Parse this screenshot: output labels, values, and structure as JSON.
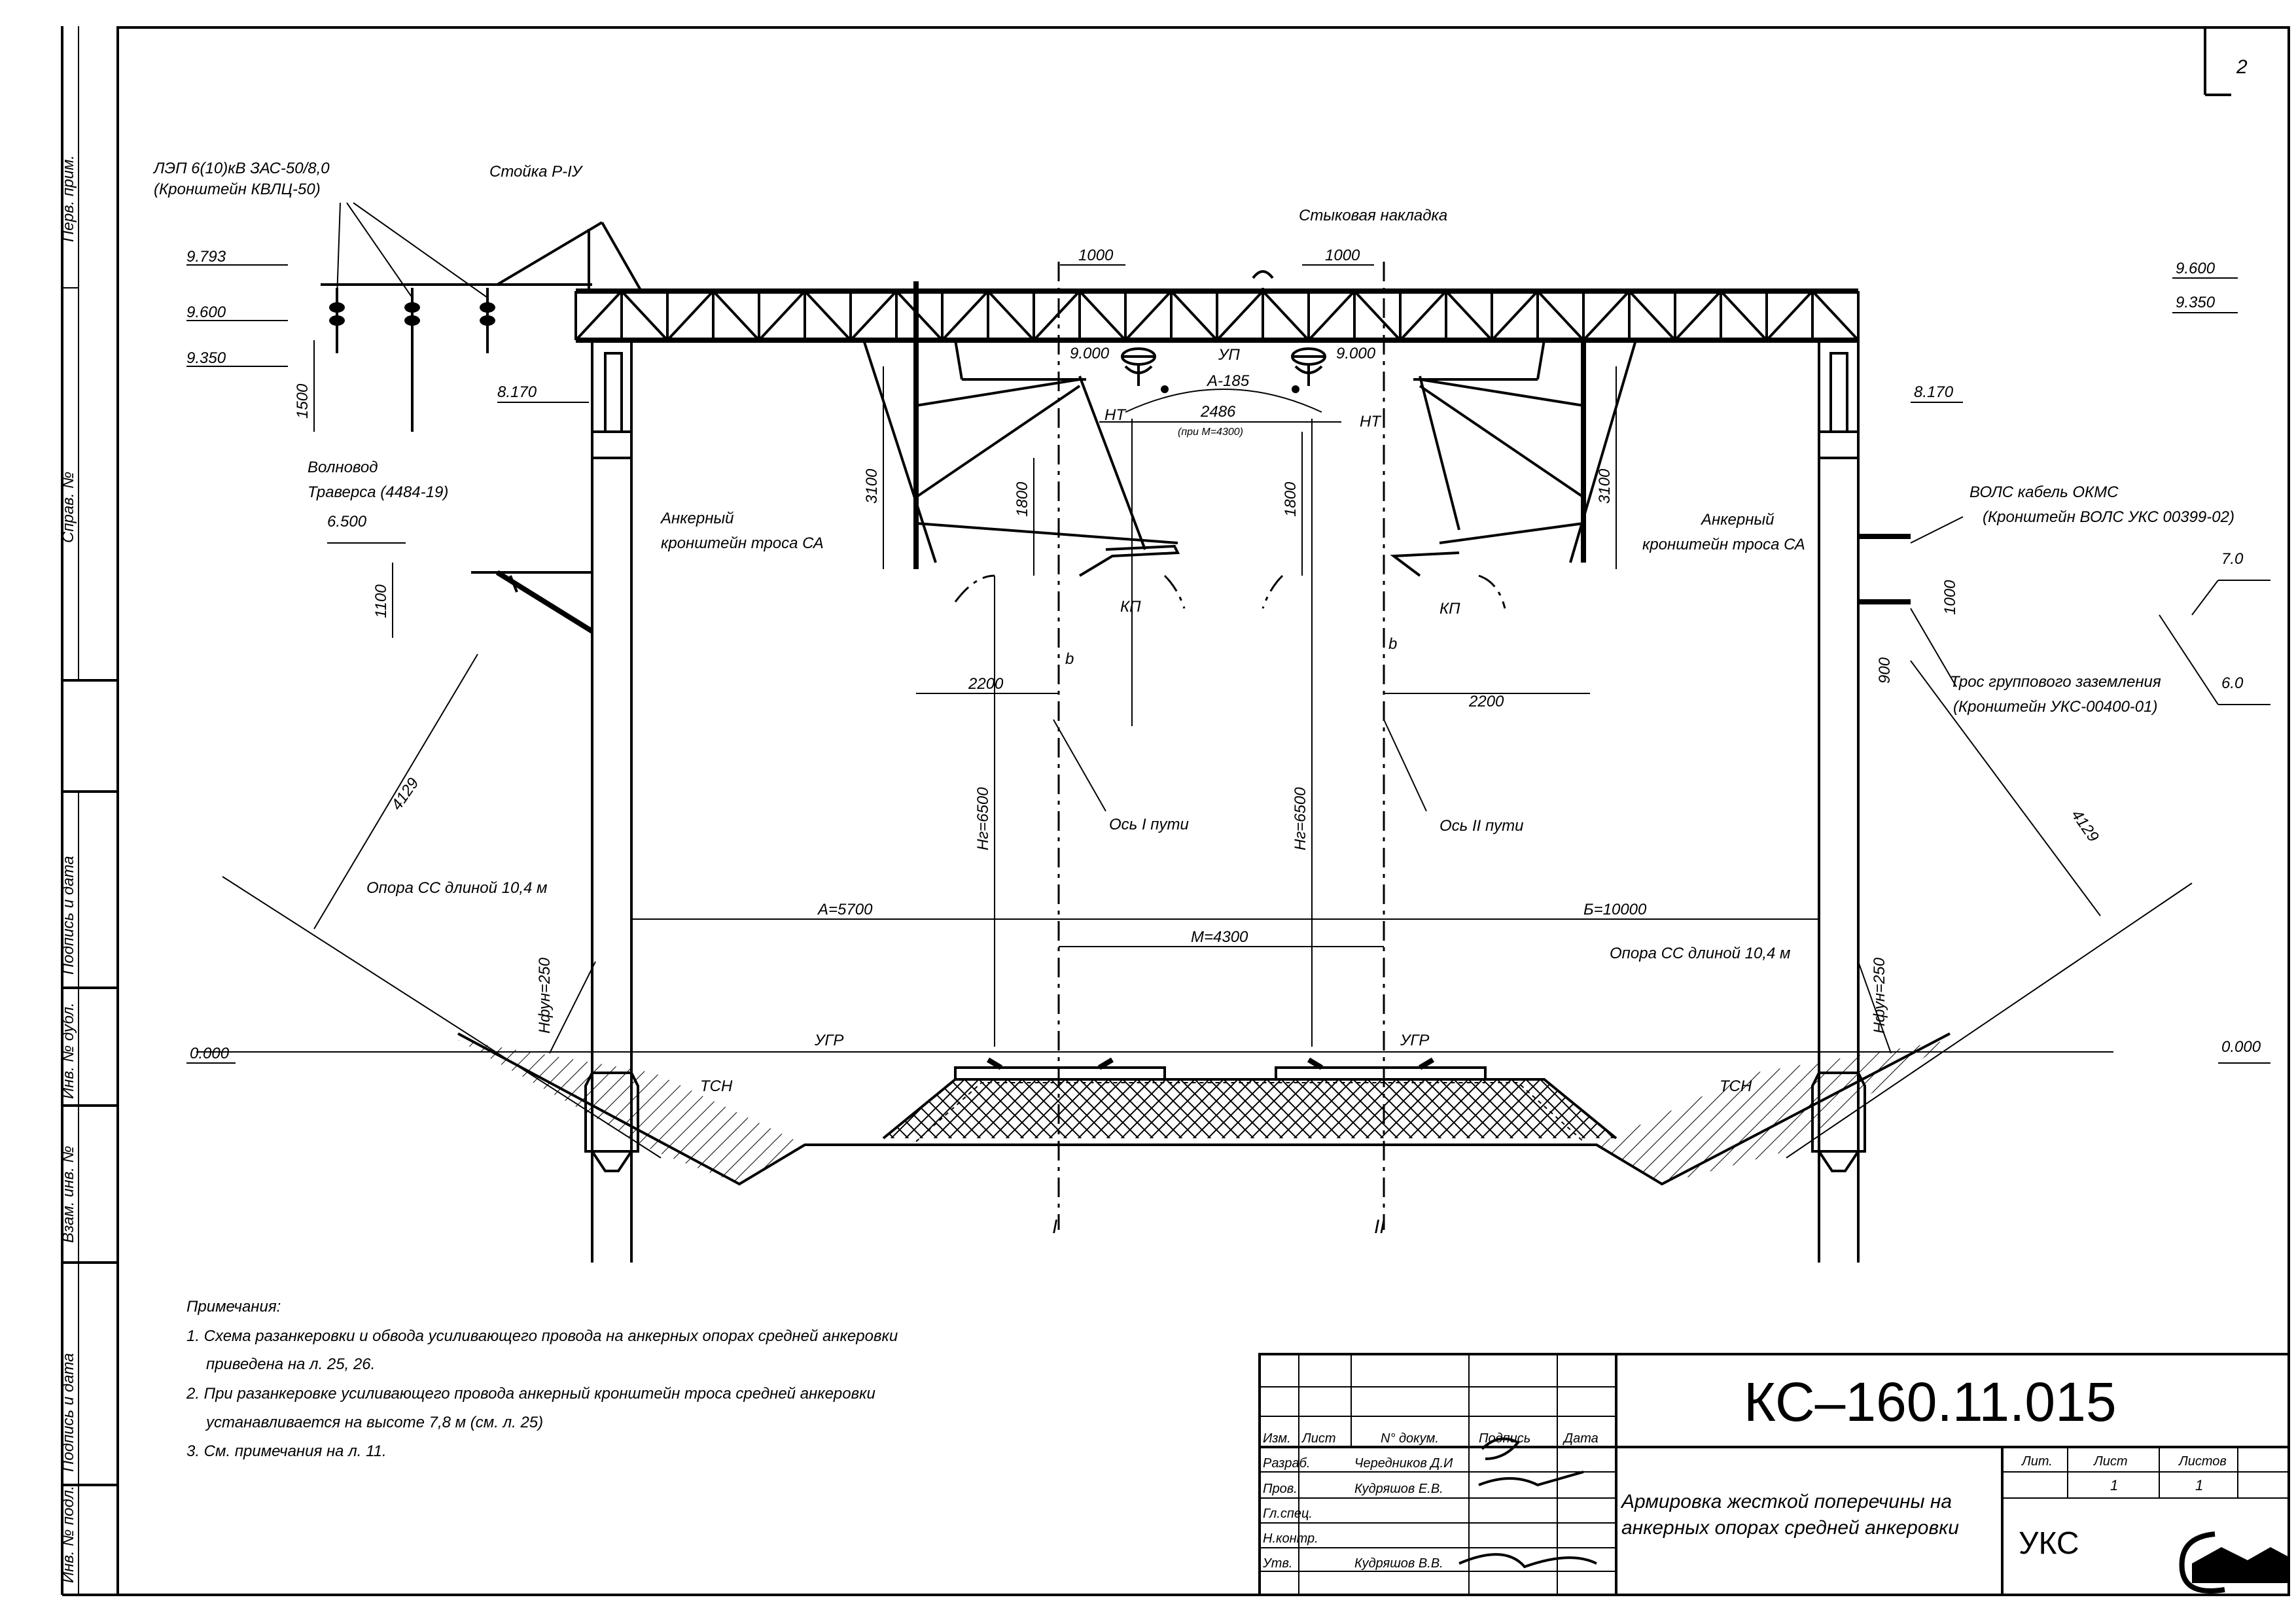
{
  "sheet": {
    "corner_number": "2"
  },
  "side_stamp": {
    "perv_prim": "Перв. прим.",
    "sprav_no": "Справ. №",
    "podpis_data_1": "Подпись и дата",
    "inv_dubl": "Инв. № дубл.",
    "vzam_inv": "Взам. инв. №",
    "podpis_data_2": "Подпись и дата",
    "inv_podl": "Инв. № подл."
  },
  "labels": {
    "lep": "ЛЭП 6(10)кВ ЗАС-50/8,0",
    "lep_bracket": "(Кронштейн КВЛЦ-50)",
    "stoyka": "Стойка Р-IУ",
    "stykovaya": "Стыковая накладка",
    "volnovod": "Волновод",
    "traversa": "Траверса  (4484-19)",
    "ankernyi_left_1": "Анкерный",
    "ankernyi_left_2": "кронштейн троса СА",
    "ankernyi_right_1": "Анкерный",
    "ankernyi_right_2": "кронштейн троса СА",
    "vols_1": "ВОЛС кабель ОКМС",
    "vols_2": "(Кронштейн ВОЛС УКС 00399-02)",
    "tros_1": "Трос группового заземления",
    "tros_2": "(Кронштейн УКС-00400-01)",
    "up": "УП",
    "a185": "А-185",
    "nt_left": "НТ",
    "nt_right": "НТ",
    "kp_left": "КП",
    "kp_right": "КП",
    "b_left": "b",
    "b_right": "b",
    "os1": "Ось I пути",
    "os2": "Ось II пути",
    "opora_left": "Опора СС длиной 10,4 м",
    "opora_right": "Опора СС длиной 10,4 м",
    "ugr_left": "УГР",
    "ugr_right": "УГР",
    "tsn_left": "ТСН",
    "tsn_right": "ТСН",
    "track_1": "I",
    "track_2": "II"
  },
  "levels": {
    "l9793": "9.793",
    "l9600_left": "9.600",
    "l9350_left": "9.350",
    "l8170_left": "8.170",
    "l6500": "6.500",
    "l9000_left": "9.000",
    "l9000_right": "9.000",
    "l9600_right": "9.600",
    "l9350_right": "9.350",
    "l8170_right": "8.170",
    "l70": "7.0",
    "l60": "6.0",
    "l0_left": "0.000",
    "l0_right": "0.000"
  },
  "dims": {
    "d1000_left": "1000",
    "d1000_right": "1000",
    "d1500": "1500",
    "d1100": "1100",
    "d3100_left": "3100",
    "d3100_right": "3100",
    "d1800_left": "1800",
    "d1800_right": "1800",
    "d2486": "2486",
    "d2486_note": "(при М=4300)",
    "d2200_left": "2200",
    "d2200_right": "2200",
    "d4129_left": "4129",
    "d4129_right": "4129",
    "h6500_left": "Нг=6500",
    "h6500_right": "Нг=6500",
    "a5700": "А=5700",
    "m4300": "М=4300",
    "b10000": "Б=10000",
    "nfun_left": "Нфун=250",
    "nfun_right": "Нфун=250",
    "d1000_vols": "1000",
    "d900": "900"
  },
  "notes": {
    "title": "Примечания:",
    "n1a": "1. Схема разанкеровки и обвода усиливающего провода на анкерных опорах средней анкеровки",
    "n1b": "приведена на л. 25, 26.",
    "n2a": "2. При разанкеровке усиливающего провода анкерный кронштейн троса средней анкеровки",
    "n2b": "устанавливается на высоте 7,8 м (см. л. 25)",
    "n3": "3. См. примечания на л. 11."
  },
  "title_block": {
    "code": "КС–160.11.015",
    "h_izm": "Изм.",
    "h_list": "Лист",
    "h_dokum": "N° докум.",
    "h_podpis": "Подпись",
    "h_data": "Дата",
    "r_razrab": "Разраб.",
    "r_razrab_name": "Чередников Д.И",
    "r_prov": "Пров.",
    "r_prov_name": "Кудряшов Е.В.",
    "r_glspec": "Гл.спец.",
    "r_nkontr": "Н.контр.",
    "r_utv": "Утв.",
    "r_utv_name": "Кудряшов В.В.",
    "title_1": "Армировка жесткой поперечины на",
    "title_2": "анкерных опорах средней анкеровки",
    "h_lit": "Лит.",
    "h_sheet": "Лист",
    "h_sheets": "Листов",
    "v_sheet": "1",
    "v_sheets": "1",
    "org": "УКС"
  }
}
